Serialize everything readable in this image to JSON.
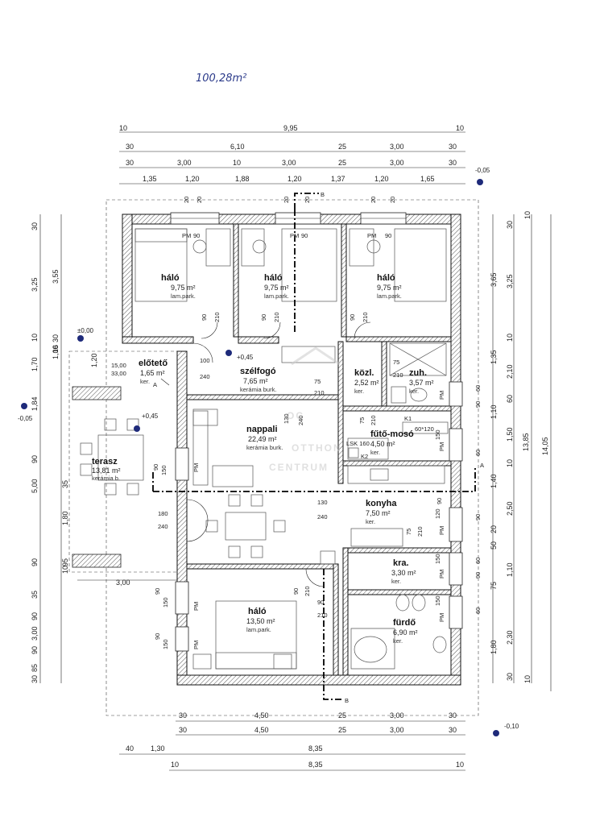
{
  "total_area_note": "100,28m²",
  "watermark": {
    "logo": "OC",
    "line1": "OTTHON",
    "line2": "CENTRUM"
  },
  "rooms": [
    {
      "id": "halo1",
      "name": "háló",
      "area": "9,75 m²",
      "floor": "lam.park."
    },
    {
      "id": "halo2",
      "name": "háló",
      "area": "9,75 m²",
      "floor": "lam.park."
    },
    {
      "id": "halo3",
      "name": "háló",
      "area": "9,75 m²",
      "floor": "lam.park."
    },
    {
      "id": "eloteto",
      "name": "előtető",
      "area": "1,65 m²",
      "floor": "ker."
    },
    {
      "id": "szelfogo",
      "name": "szélfogó",
      "area": "7,65 m²",
      "floor": "kerámia burk."
    },
    {
      "id": "kozl",
      "name": "közl.",
      "area": "2,52 m²",
      "floor": "ker."
    },
    {
      "id": "zuh",
      "name": "zuh.",
      "area": "3,57 m²",
      "floor": "ker."
    },
    {
      "id": "nappali",
      "name": "nappali",
      "area": "22,49 m²",
      "floor": "kerámia burk."
    },
    {
      "id": "futomoso",
      "name": "fűtő-mosó",
      "area": "4,50 m²",
      "floor": "ker."
    },
    {
      "id": "terasz",
      "name": "terasz",
      "area": "13,81 m²",
      "floor": "kerámia b."
    },
    {
      "id": "konyha",
      "name": "konyha",
      "area": "7,50 m²",
      "floor": "ker."
    },
    {
      "id": "kra",
      "name": "kra.",
      "area": "3,30 m²",
      "floor": "ker."
    },
    {
      "id": "halo4",
      "name": "háló",
      "area": "13,50 m²",
      "floor": "lam.park."
    },
    {
      "id": "furdo",
      "name": "fürdő",
      "area": "6,90 m²",
      "floor": "ker."
    }
  ],
  "dims_top": {
    "row1": [
      "10",
      "9,95",
      "10"
    ],
    "row2": [
      "30",
      "6,10",
      "25",
      "3,00",
      "30"
    ],
    "row3": [
      "30",
      "3,00",
      "10",
      "3,00",
      "25",
      "3,00",
      "30"
    ],
    "row4": [
      "1,35",
      "1,20",
      "1,88",
      "1,20",
      "1,37",
      "1,20",
      "1,65"
    ]
  },
  "dims_bottom": {
    "row1": [
      "30",
      "4,50",
      "25",
      "3,00",
      "30"
    ],
    "row2": [
      "30",
      "4,50",
      "25",
      "3,00",
      "30"
    ],
    "row3": [
      "40",
      "1,30",
      "8,35"
    ],
    "row4": [
      "10",
      "8,35",
      "10"
    ]
  },
  "dims_left_outer": [
    "30",
    "3,25",
    "10",
    "1,70",
    "1,84",
    "90",
    "5,00",
    "90",
    "35",
    "90",
    "3,00",
    "90",
    "85",
    "30"
  ],
  "dims_left_inner": [
    "3,55",
    "30",
    "1,00",
    "1,20",
    "16",
    "35",
    "1,80",
    "95",
    "10"
  ],
  "dims_right": [
    "10",
    "30",
    "3,65",
    "3,25",
    "10",
    "1,35",
    "2,10",
    "1,10",
    "60",
    "1,50",
    "10",
    "1,40",
    "2,50",
    "20",
    "50",
    "1,10",
    "75",
    "2,30",
    "1,80",
    "30",
    "10",
    "13,85",
    "14,05"
  ],
  "window_labels": [
    "90",
    "90",
    "90",
    "90",
    "90",
    "90",
    "150",
    "90",
    "150",
    "90",
    "150",
    "90",
    "150",
    "120",
    "150",
    "150",
    "150",
    "60",
    "90",
    "60",
    "90",
    "60",
    "90",
    "60",
    "90"
  ],
  "door_labels": [
    "100",
    "240",
    "90",
    "210",
    "90",
    "210",
    "90",
    "210",
    "75",
    "210",
    "75",
    "210",
    "180",
    "240",
    "130",
    "240",
    "90",
    "210",
    "75",
    "210",
    "90",
    "210",
    "75",
    "210",
    "15,00",
    "33,00"
  ],
  "tags": [
    "PM",
    "PM",
    "PM",
    "PM",
    "PM",
    "PM",
    "PM",
    "PM",
    "PM",
    "PM",
    "PM",
    "K1",
    "K2",
    "LSK 160",
    "60*120"
  ],
  "levels": [
    "±0,00",
    "+0,45",
    "+0,45",
    "-0,05",
    "-0,05",
    "-0,10"
  ],
  "extra_dims": [
    "20",
    "20",
    "20",
    "20",
    "20",
    "20",
    "3,00",
    "130",
    "240"
  ],
  "section_marks": [
    "B",
    "B",
    "A",
    "A"
  ]
}
